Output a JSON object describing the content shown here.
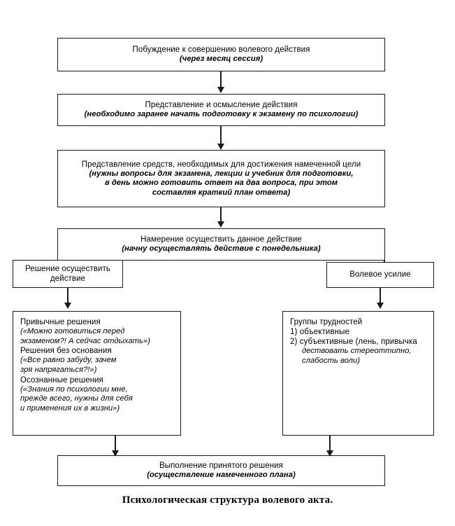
{
  "diagram": {
    "caption": "Психологическая структура волевого акта.",
    "accent_color": "#1a1a1a",
    "background_color": "#ffffff",
    "nodes": {
      "impulse": {
        "title": "Побуждение к совершению волевого действия",
        "note": "(через месяц сессия)"
      },
      "representation": {
        "title": "Представление и осмысление действия",
        "note": "(необходимо заранее начать подготовку к экзамену по психологии)"
      },
      "means": {
        "title": "Представление средств, необходимых для достижения намеченной цели",
        "note_line1": "(нужны вопросы для экзамена, лекции и учебник для подготовки,",
        "note_line2": "в день можно готовить ответ на два вопроса, при этом",
        "note_line3": "составляя краткий план ответа)"
      },
      "intention": {
        "title": "Намерение осуществить данное действие",
        "note": "(начну осуществлять действие с понедельника)"
      },
      "decision": {
        "line1": "Решение осуществить",
        "line2": "действие"
      },
      "volitional_effort": {
        "title": "Волевое усилие"
      },
      "decisions_types": {
        "heading1": "Привычные решения",
        "quote1_line1": "(«Можно готовиться перед",
        "quote1_line2": "экзаменом?! А сейчас отдыхать»)",
        "heading2": "Решения без основания",
        "quote2_line1": "(«Все равно забуду, зачем",
        "quote2_line2": "зря напрягаться?!»)",
        "heading3": "Осознанные решения",
        "quote3_line1": "(«Знания по психологии мне,",
        "quote3_line2": "прежде всего, нужны для себя",
        "quote3_line3": "и применения их в жизни»)"
      },
      "difficulties": {
        "heading": "Группы трудностей",
        "item1": "1) объективные",
        "item2_line1": "2) субъективные (лень, привычка",
        "item2_line2": "дествовать стереоттипно,",
        "item2_line3": "слабость воли)"
      },
      "execution": {
        "title": "Выполнение принятого решения",
        "note": "(осуществление намеченного плана)"
      }
    }
  }
}
